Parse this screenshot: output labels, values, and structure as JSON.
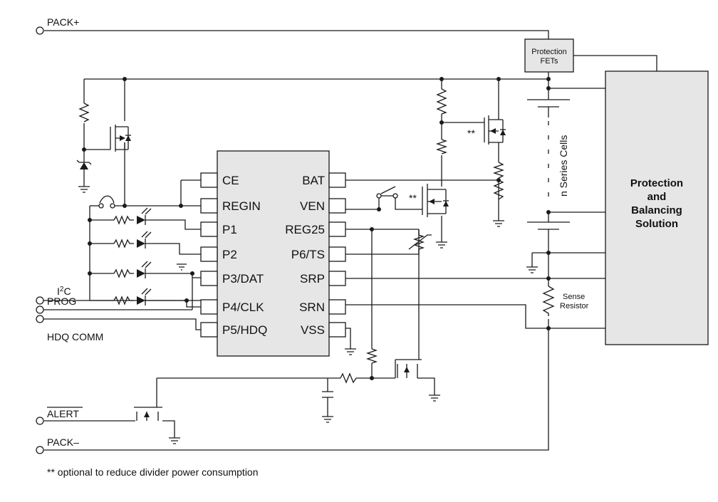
{
  "terminals": {
    "pack_plus": "PACK+",
    "pack_minus": "PACK–",
    "i2c_prefix": "I",
    "i2c_sup": "2",
    "i2c_suffix": "C",
    "prog": "PROG",
    "hdq_comm": "HDQ COMM",
    "alert": "ALERT"
  },
  "chip": {
    "left_pins": [
      "CE",
      "REGIN",
      "P1",
      "P2",
      "P3/DAT",
      "P4/CLK",
      "P5/HDQ"
    ],
    "right_pins": [
      "BAT",
      "VEN",
      "REG25",
      "P6/TS",
      "SRP",
      "SRN",
      "VSS"
    ]
  },
  "protection_fets": {
    "line1": "Protection",
    "line2": "FETs"
  },
  "protection_block": {
    "line1": "Protection",
    "line2": "and",
    "line3": "Balancing",
    "line4": "Solution"
  },
  "cells_label": "n Series Cells",
  "sense_resistor": {
    "line1": "Sense",
    "line2": "Resistor"
  },
  "optional_marker": "**",
  "footnote": "** optional to reduce divider power consumption",
  "colors": {
    "chip_fill": "#e6e6e6",
    "block_fill": "#e6e6e6",
    "wire": "#1a1a1a"
  }
}
